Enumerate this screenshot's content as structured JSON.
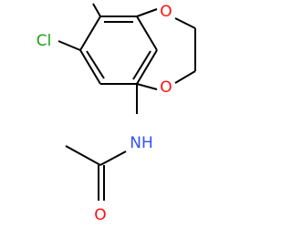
{
  "molecule": {
    "atoms": {
      "chlorine": {
        "label": "Cl",
        "color": "#1fa01f"
      },
      "oxygen_top": {
        "label": "O",
        "color": "#ff0d0d"
      },
      "oxygen_bottom": {
        "label": "O",
        "color": "#ff0d0d"
      },
      "nitrogen": {
        "label": "NH",
        "color": "#3050f8"
      },
      "oxygen_carbonyl": {
        "label": "O",
        "color": "#ff0d0d"
      }
    },
    "bond_color": "#000000"
  }
}
